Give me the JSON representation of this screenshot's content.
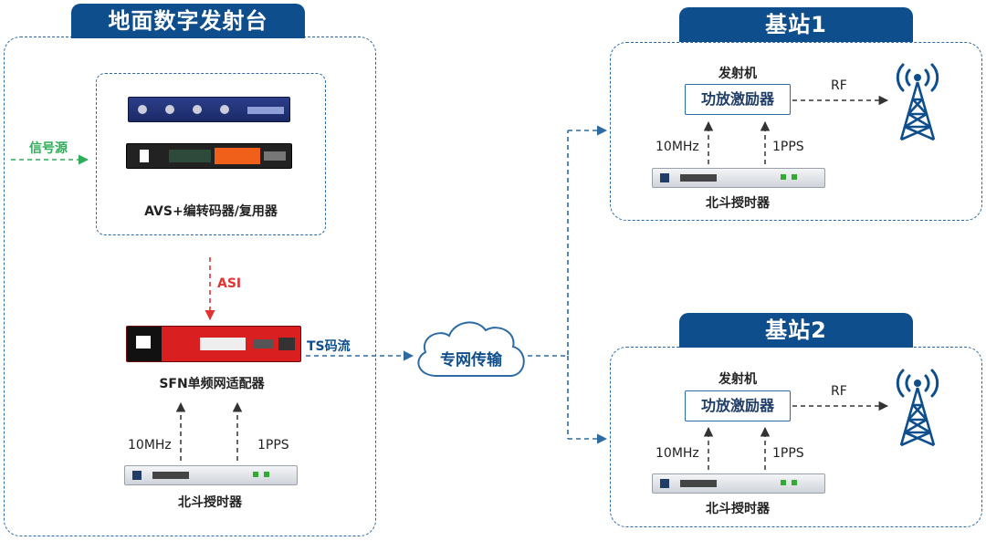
{
  "left_station": {
    "title": "地面数字发射台",
    "signal_source": "信号源",
    "encoder_label": "AVS+编转码器/复用器",
    "asi_label": "ASI",
    "sfn_label": "SFN单频网适配器",
    "ts_label": "TS码流",
    "ref_10mhz": "10MHz",
    "ref_1pps": "1PPS",
    "timing_label": "北斗授时器"
  },
  "network": {
    "label": "专网传输"
  },
  "base_stations": [
    {
      "title": "基站1",
      "transmitter_label": "发射机",
      "amplifier_label": "功放激励器",
      "rf_label": "RF",
      "ref_10mhz": "10MHz",
      "ref_1pps": "1PPS",
      "timing_label": "北斗授时器"
    },
    {
      "title": "基站2",
      "transmitter_label": "发射机",
      "amplifier_label": "功放激励器",
      "rf_label": "RF",
      "ref_10mhz": "10MHz",
      "ref_1pps": "1PPS",
      "timing_label": "北斗授时器"
    }
  ],
  "colors": {
    "brand_blue": "#0f4e8c",
    "line_blue": "#2b6aa3",
    "signal_green": "#2fae5a",
    "asi_red": "#e03535",
    "sfn_red": "#d91f1f",
    "encoder_orange": "#f0601a"
  },
  "icons": {
    "tower": "antenna-tower-icon",
    "cloud": "cloud-icon"
  }
}
